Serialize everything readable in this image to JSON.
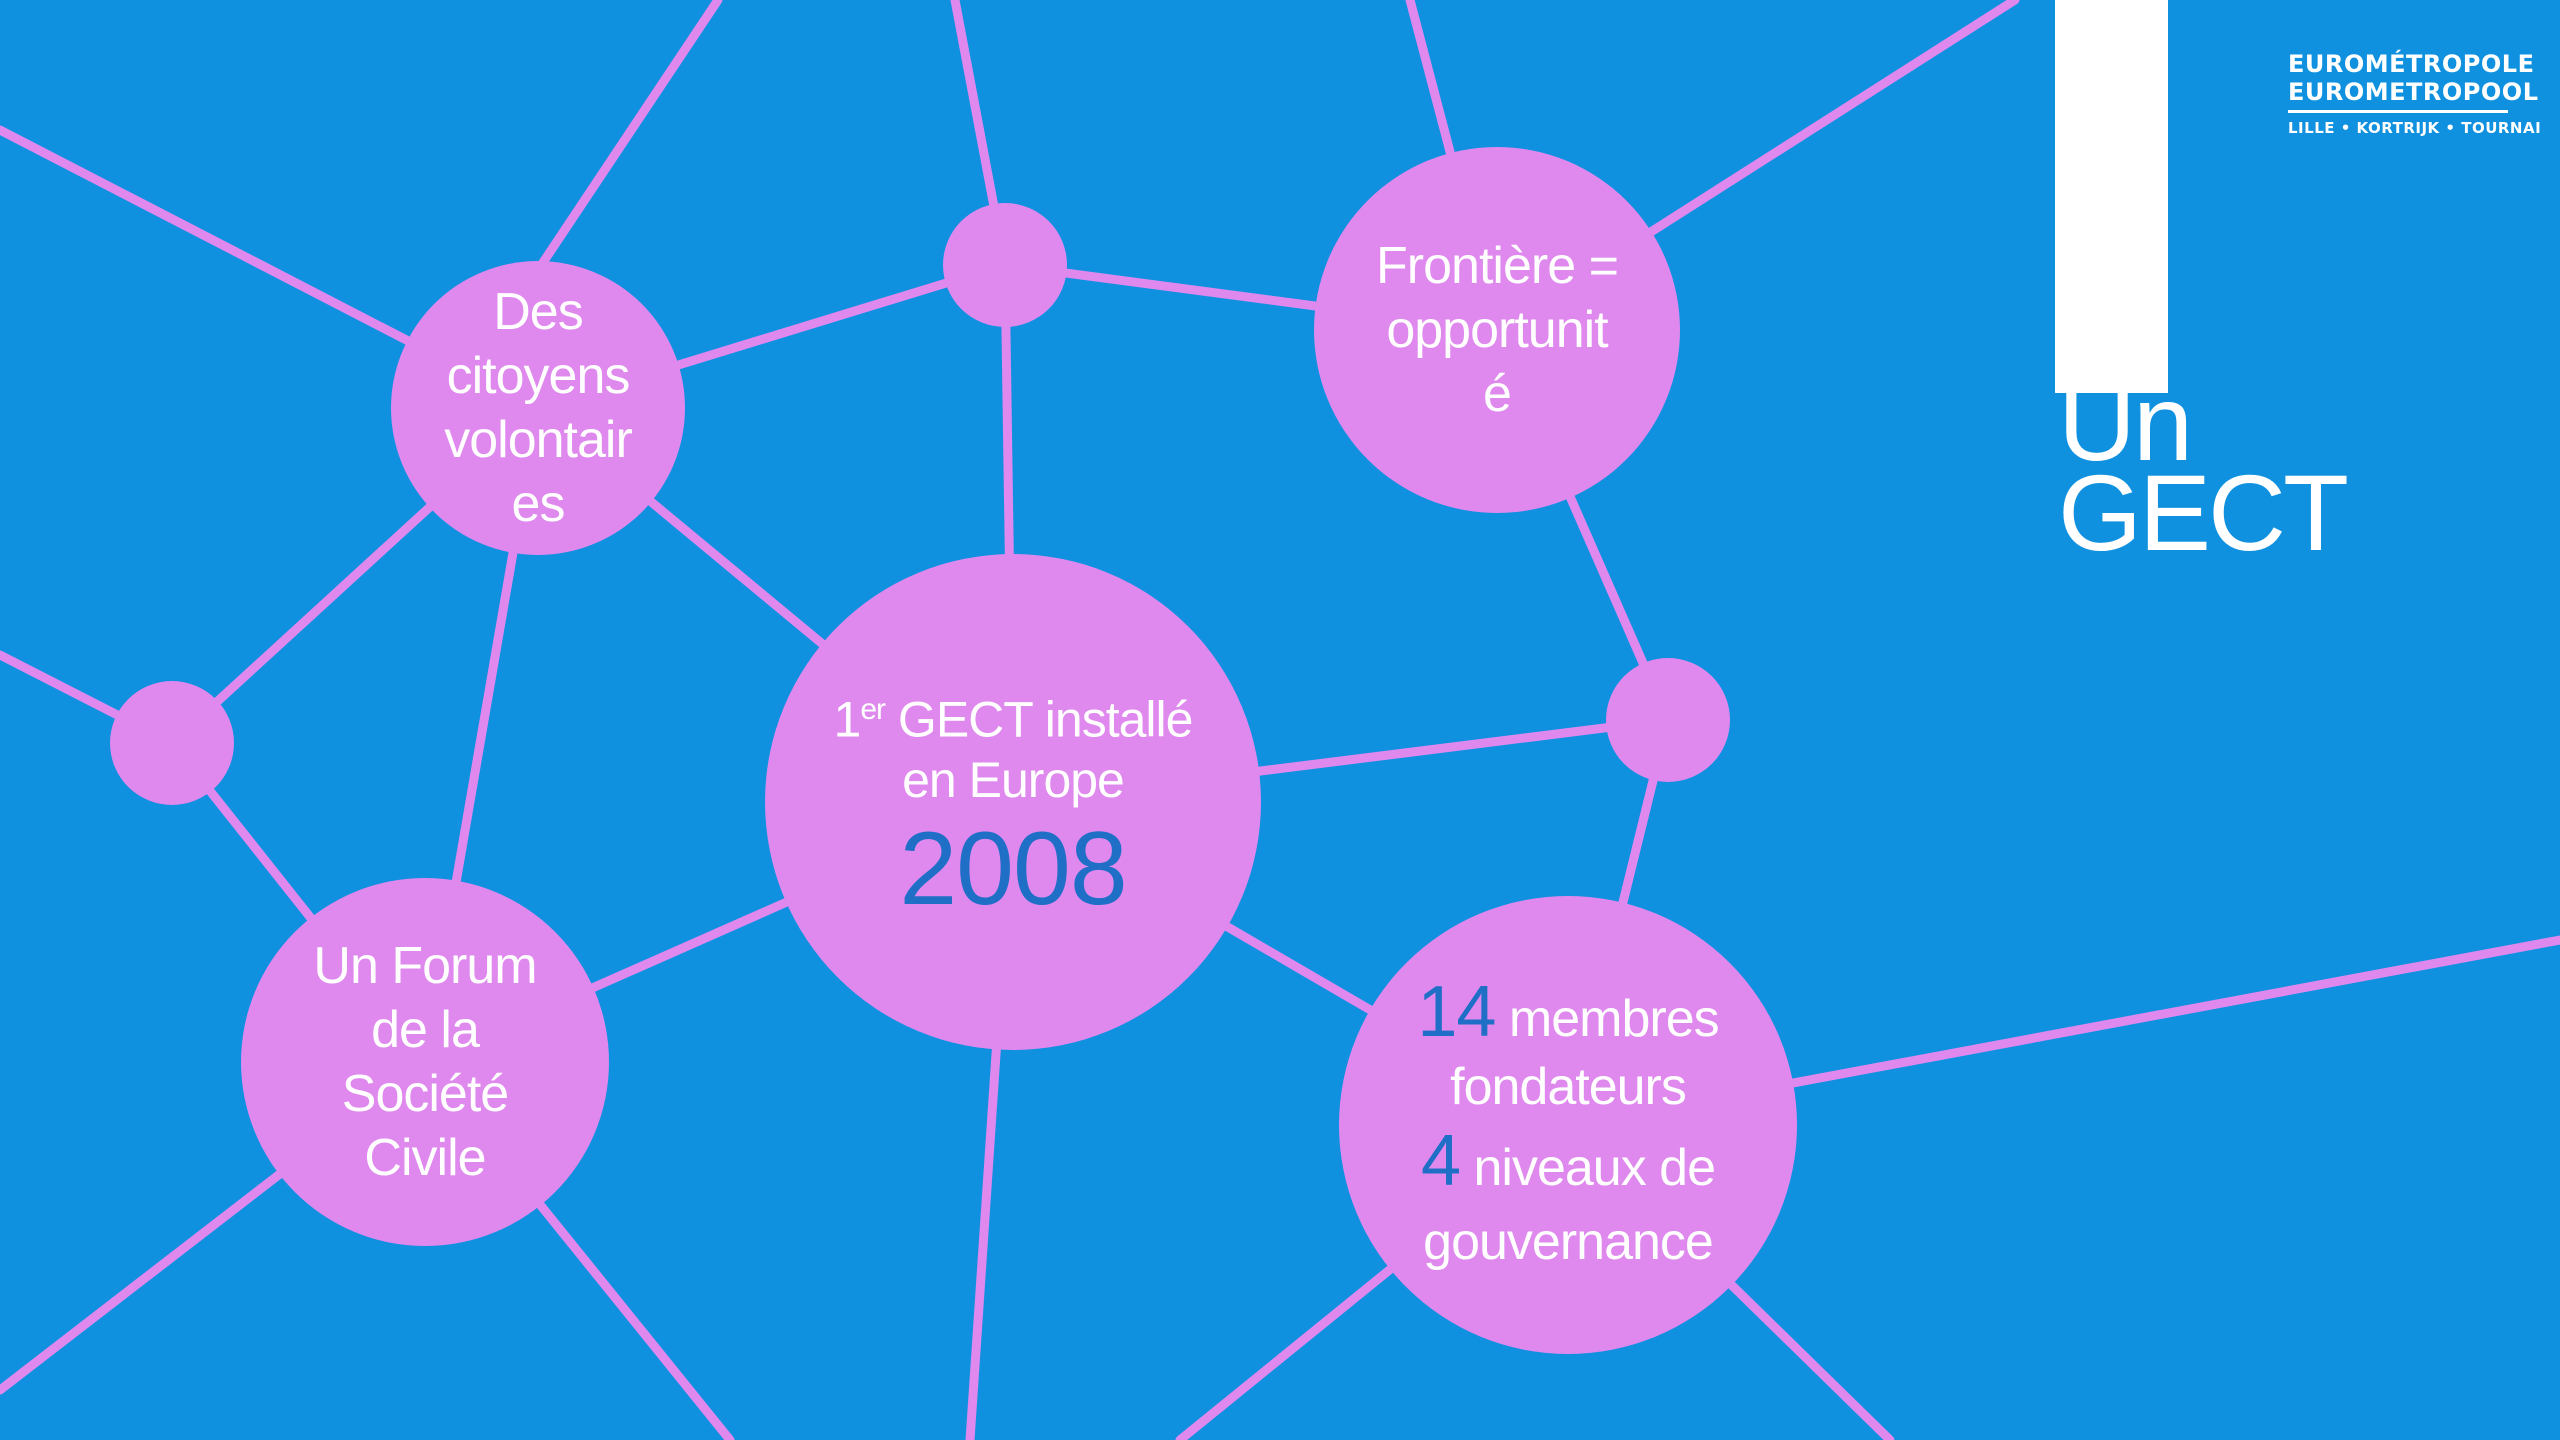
{
  "logo": {
    "line1": "EUROMÉTROPOLE",
    "line2": "EUROMETROPOOL",
    "line3": "LILLE • KORTRIJK • TOURNAI"
  },
  "title": {
    "line1": "Un",
    "line2": "GECT"
  },
  "bubbles": {
    "citizens": [
      "Des",
      "citoyens",
      "volontair",
      "es"
    ],
    "border": [
      "Frontière =",
      "opportunit",
      "é"
    ],
    "center": {
      "first_number": "1",
      "superscript": "er",
      "rest": " GECT installé",
      "line2": "en Europe",
      "year": "2008"
    },
    "forum": [
      "Un Forum",
      "de la",
      "Société",
      "Civile"
    ],
    "members": {
      "count": "14",
      "count_label": " membres",
      "line2": "fondateurs",
      "levels": "4",
      "levels_label": " niveaux de",
      "line4": "gouvernance"
    }
  },
  "colors": {
    "background": "#0f91df",
    "bubble": "#df88ee",
    "line": "#df88ee",
    "number": "#1f6fc7",
    "text": "#ffffff"
  }
}
